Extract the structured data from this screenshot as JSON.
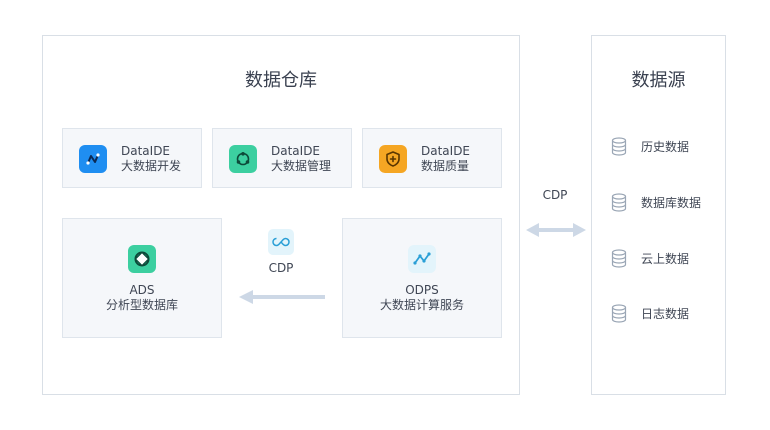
{
  "warehouse": {
    "title": "数据仓库",
    "tools": [
      {
        "line1": "DataIDE",
        "line2": "大数据开发",
        "icon": "dataide-develop-icon",
        "color": "#1f8ef1"
      },
      {
        "line1": "DataIDE",
        "line2": "大数据管理",
        "icon": "dataide-manage-icon",
        "color": "#3ccfa0"
      },
      {
        "line1": "DataIDE",
        "line2": "数据质量",
        "icon": "dataide-quality-icon",
        "color": "#f5a623"
      }
    ],
    "ads": {
      "line1": "ADS",
      "line2": "分析型数据库",
      "icon": "ads-icon",
      "color": "#3ccfa0"
    },
    "odps": {
      "line1": "ODPS",
      "line2": "大数据计算服务",
      "icon": "odps-icon",
      "color": "#e3f4fb"
    },
    "inner_cdp": {
      "label": "CDP",
      "icon": "cdp-icon"
    }
  },
  "link": {
    "label": "CDP"
  },
  "datasource": {
    "title": "数据源",
    "items": [
      {
        "label": "历史数据"
      },
      {
        "label": "数据库数据"
      },
      {
        "label": "云上数据"
      },
      {
        "label": "日志数据"
      }
    ]
  }
}
